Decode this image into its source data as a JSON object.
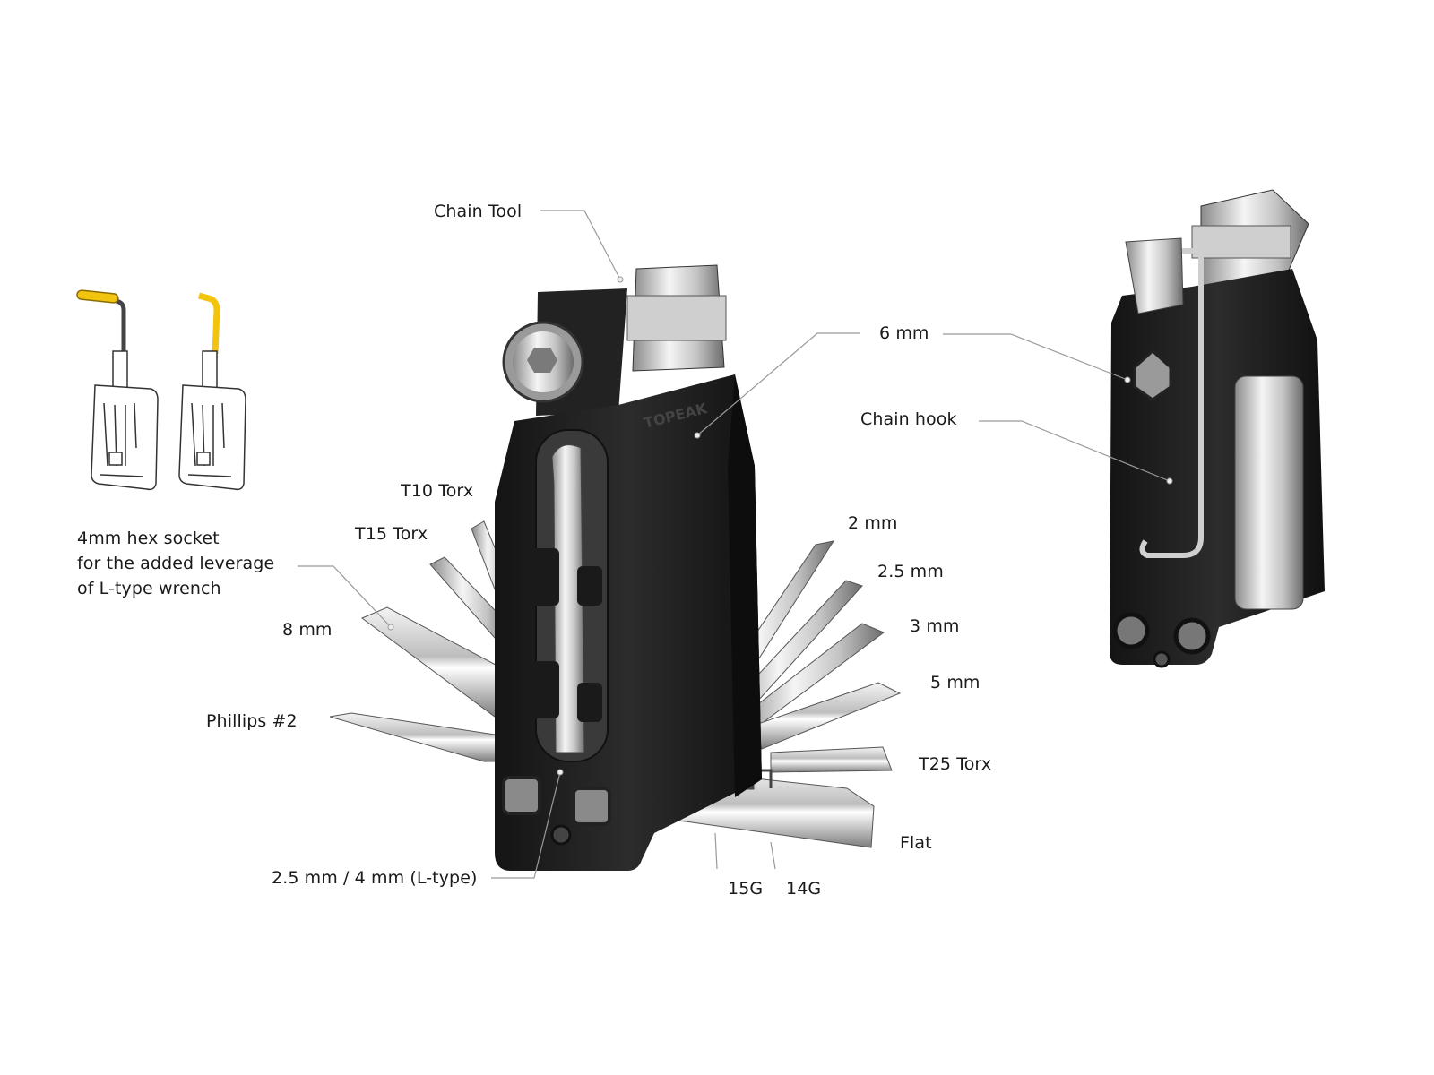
{
  "labels": {
    "chain_tool": "Chain Tool",
    "six_mm_left": "6 mm",
    "chain_hook": "Chain hook",
    "t10_torx": "T10 Torx",
    "t15_torx": "T15 Torx",
    "hex_socket": [
      "4mm hex socket",
      "for the added leverage",
      "of L-type wrench"
    ],
    "eight_mm": "8 mm",
    "phillips": "Phillips #2",
    "l_type": "2.5 mm / 4 mm (L-type)",
    "two_mm": "2 mm",
    "two_five_mm": "2.5 mm",
    "three_mm": "3 mm",
    "five_mm": "5 mm",
    "t25_torx": "T25 Torx",
    "flat": "Flat",
    "g15": "15G",
    "g14": "14G"
  },
  "brand_logo_text": "TOPEAK",
  "colors": {
    "highlight_yellow": "#f2c40f",
    "body_black": "#1e1e1e",
    "chrome": "#c9c9c9",
    "leader_line": "#9a9a9a"
  }
}
